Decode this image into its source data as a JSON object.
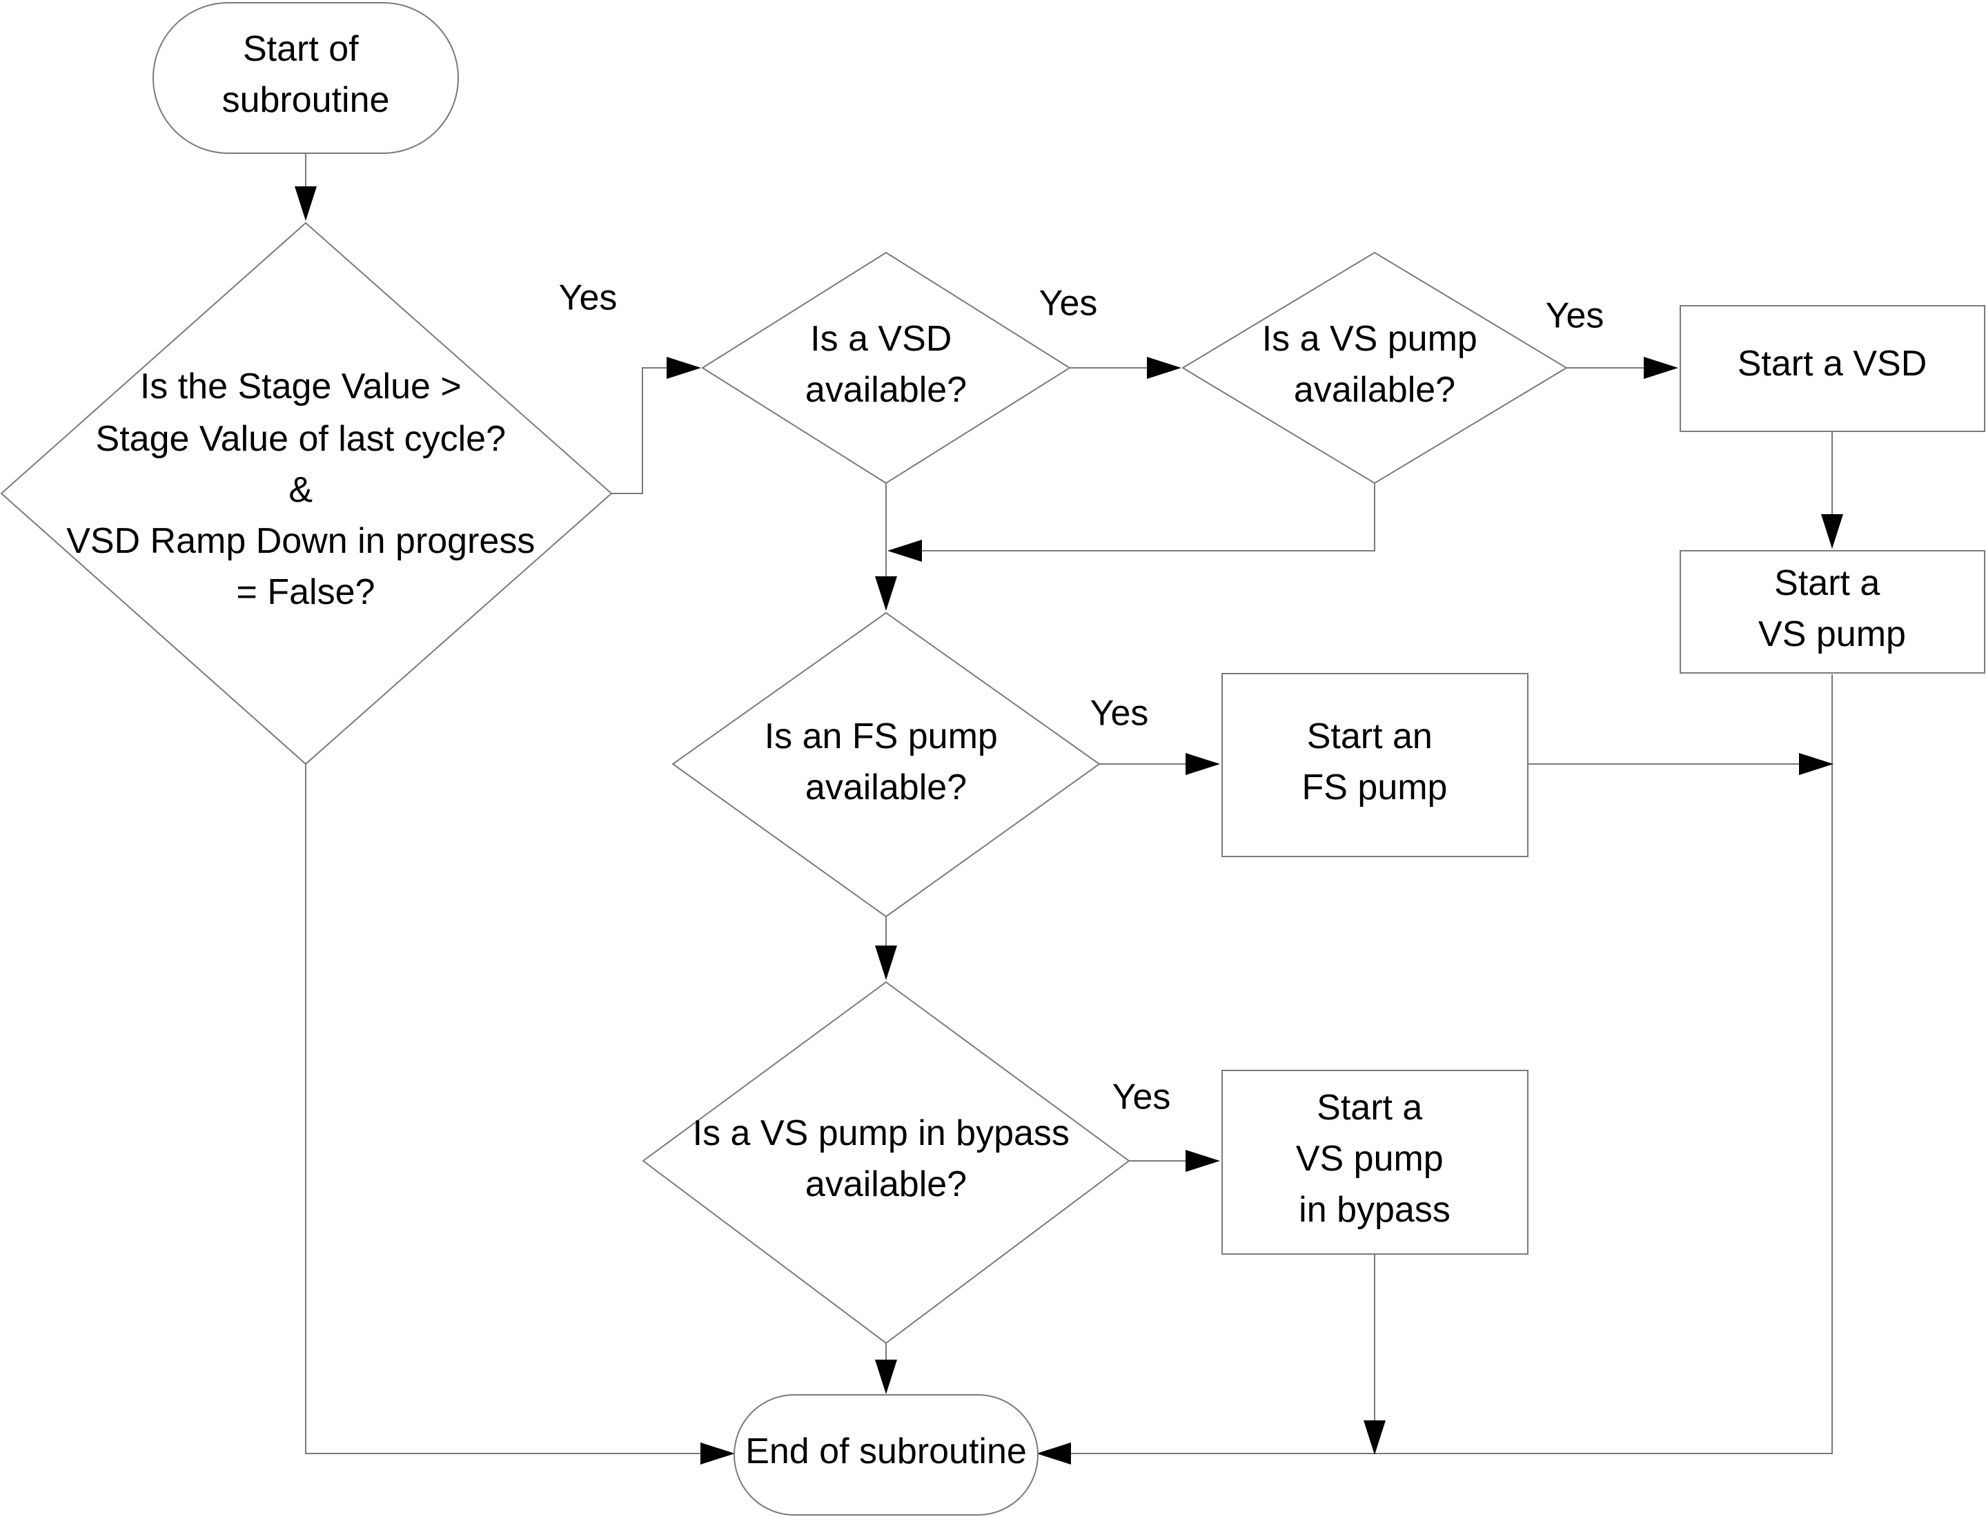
{
  "nodes": {
    "start": {
      "lines": [
        "Start of",
        "subroutine"
      ]
    },
    "d_stage": {
      "lines": [
        "Is the Stage Value >",
        "Stage Value of last cycle?",
        "&",
        "VSD Ramp Down in progress",
        "= False?"
      ]
    },
    "d_vsd": {
      "lines": [
        "Is a VSD",
        "available?"
      ]
    },
    "d_vspump": {
      "lines": [
        "Is a VS pump",
        "available?"
      ]
    },
    "p_start_vsd": {
      "lines": [
        "Start a VSD"
      ]
    },
    "p_start_vspump": {
      "lines": [
        "Start a",
        "VS pump"
      ]
    },
    "d_fspump": {
      "lines": [
        "Is an FS pump",
        "available?"
      ]
    },
    "p_start_fspump": {
      "lines": [
        "Start an",
        "FS pump"
      ]
    },
    "d_bypass": {
      "lines": [
        "Is a VS pump in bypass",
        "available?"
      ]
    },
    "p_start_bypass": {
      "lines": [
        "Start a",
        "VS pump",
        "in bypass"
      ]
    },
    "end": {
      "lines": [
        "End of subroutine"
      ]
    }
  },
  "edge_labels": {
    "yes_stage": "Yes",
    "yes_vsd": "Yes",
    "yes_vspump": "Yes",
    "yes_fspump": "Yes",
    "yes_bypass": "Yes"
  }
}
